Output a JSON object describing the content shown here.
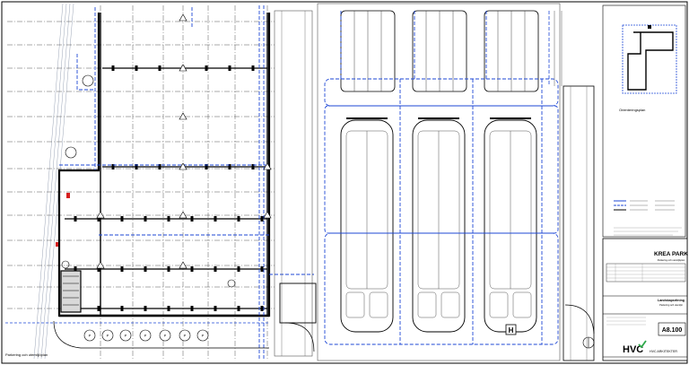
{
  "drawing": {
    "bottom_left_label": "Parkering och utemiljöplan"
  },
  "key_plan": {
    "caption": "Orienteringsplan"
  },
  "parking_markers": [
    "P",
    "P",
    "P",
    "P",
    "P",
    "P",
    "P"
  ],
  "bus_stop_symbol": "H",
  "title_block": {
    "project": "KREA PARK",
    "project_sub": "Parkering och utemiljöplan",
    "sheet_title": "Landskapsritning",
    "sheet_sub": "Parkering och utemiljö",
    "drawing_number": "A8.100",
    "company": "HVC ARKITEKTER",
    "logo_letters": "HVC"
  },
  "colors": {
    "plan_blue": "#1e47d6",
    "line_gray": "#555555",
    "accent_red": "#d61e1e"
  }
}
